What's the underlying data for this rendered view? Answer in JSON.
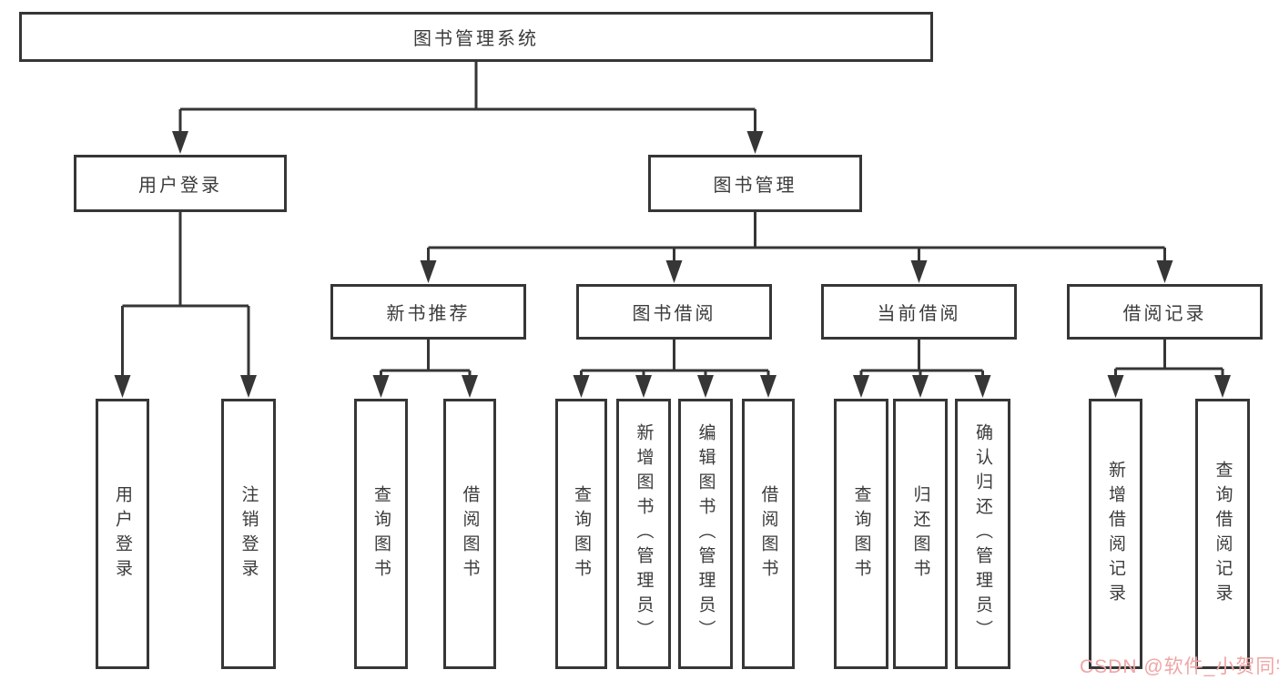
{
  "diagram": {
    "root": {
      "label": "图书管理系统"
    },
    "level2": [
      {
        "label": "用户登录",
        "children": [
          "用户登录",
          "注销登录"
        ]
      },
      {
        "label": "图书管理"
      }
    ],
    "level3": [
      {
        "label": "新书推荐",
        "children": [
          "查询图书",
          "借阅图书"
        ]
      },
      {
        "label": "图书借阅",
        "children": [
          "查询图书",
          "新增图书（管理员）",
          "编辑图书（管理员）",
          "借阅图书"
        ]
      },
      {
        "label": "当前借阅",
        "children": [
          "查询图书",
          "归还图书",
          "确认归还（管理员）"
        ]
      },
      {
        "label": "借阅记录",
        "children": [
          "新增借阅记录",
          "查询借阅记录"
        ]
      }
    ]
  },
  "watermark": {
    "text": "CSDN @软件_小贺同学",
    "color": "#efa5a5"
  },
  "colors": {
    "background": "#ffffff",
    "line": "#363636",
    "text": "#3b3b3b"
  }
}
